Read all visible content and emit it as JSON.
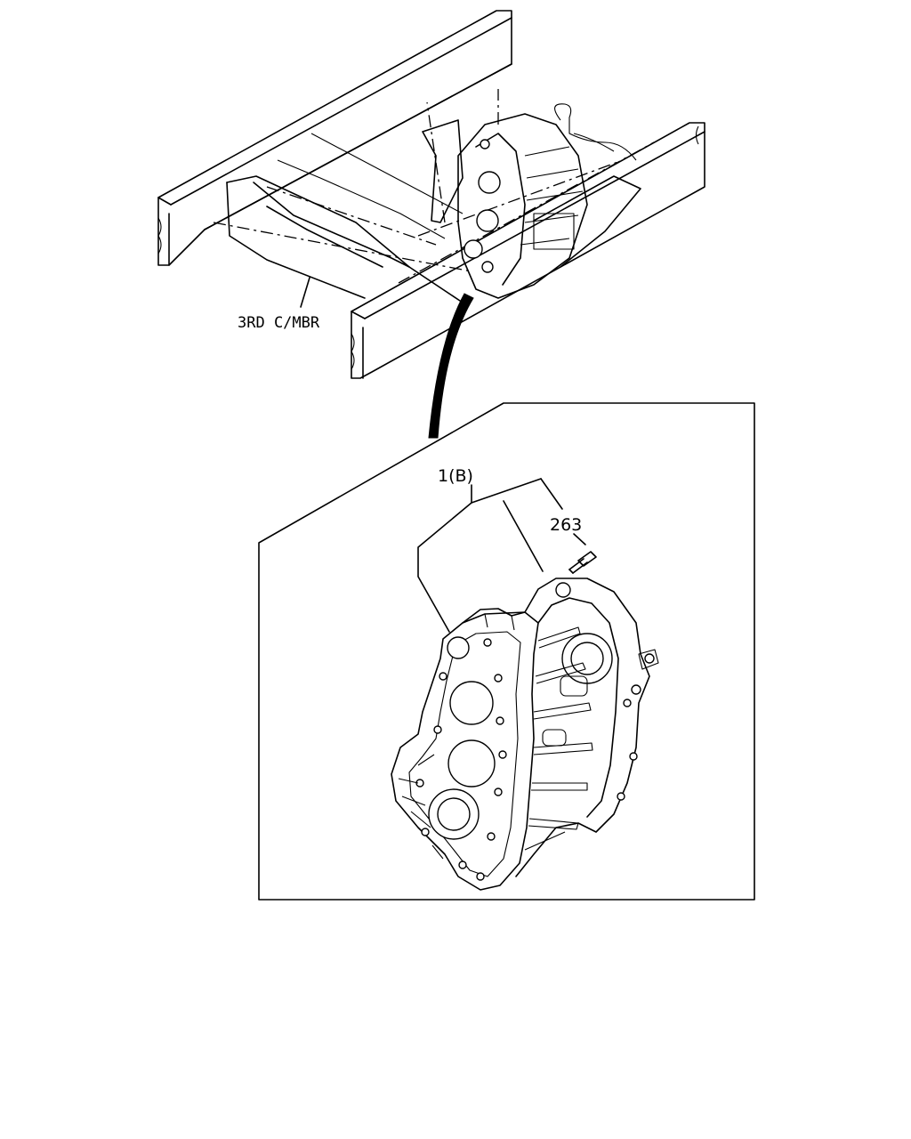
{
  "labels": {
    "crossmember": "3RD C/MBR",
    "assembly": "1(B)",
    "bolt": "263"
  }
}
